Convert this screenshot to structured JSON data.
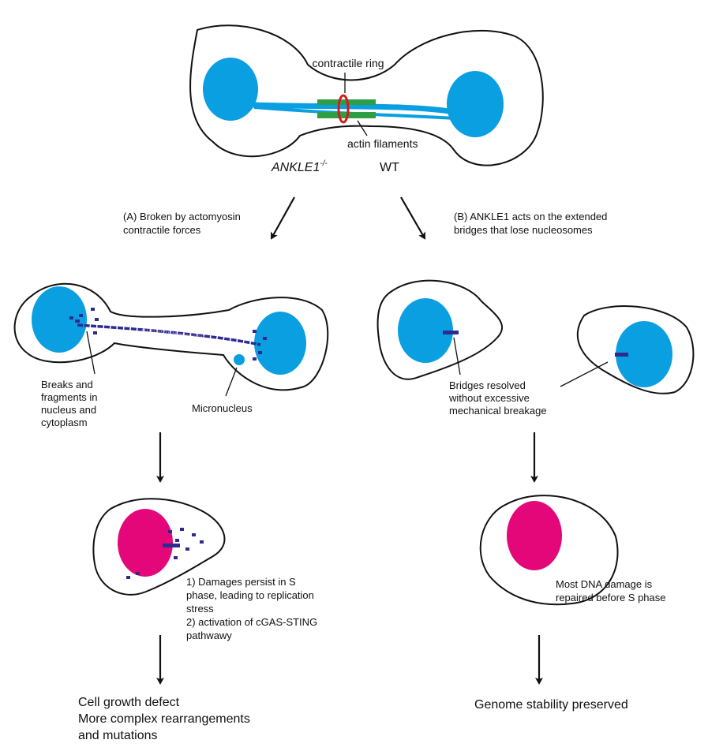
{
  "colors": {
    "nucleus": "#0a9fe0",
    "nucleus_s_phase": "#e4077a",
    "contractile_ring": "#d7191c",
    "actin": "#2e9e44",
    "dna_fragments": "#2f2a8f",
    "cell_outline": "#111111"
  },
  "top": {
    "contractile_ring_label": "contractile ring",
    "actin_filaments_label": "actin filaments"
  },
  "genotypes": {
    "mutant": "ANKLE1",
    "mutant_sup": "-/-",
    "wt": "WT"
  },
  "path_a": {
    "title_line1": "(A) Broken by actomyosin",
    "title_line2": "contractile forces",
    "breaks_line1": "Breaks and",
    "breaks_line2": "fragments in",
    "breaks_line3": "nucleus and",
    "breaks_line4": "cytoplasm",
    "micronucleus": "Micronucleus",
    "consequence_line1": "1) Damages persist in S",
    "consequence_line2": "phase, leading to replication",
    "consequence_line3": "stress",
    "consequence_line4": "2) activation of cGAS-STING",
    "consequence_line5": "pathwawy",
    "outcome_line1": "Cell growth defect",
    "outcome_line2": "More complex rearrangements",
    "outcome_line3": "and mutations"
  },
  "path_b": {
    "title_line1": "(B) ANKLE1 acts on the extended",
    "title_line2": "bridges that lose nucleosomes",
    "resolved_line1": "Bridges resolved",
    "resolved_line2": "without excessive",
    "resolved_line3": "mechanical breakage",
    "repair_line1": "Most DNA damage is",
    "repair_line2": "repaired before S phase",
    "outcome": "Genome stability preserved"
  }
}
